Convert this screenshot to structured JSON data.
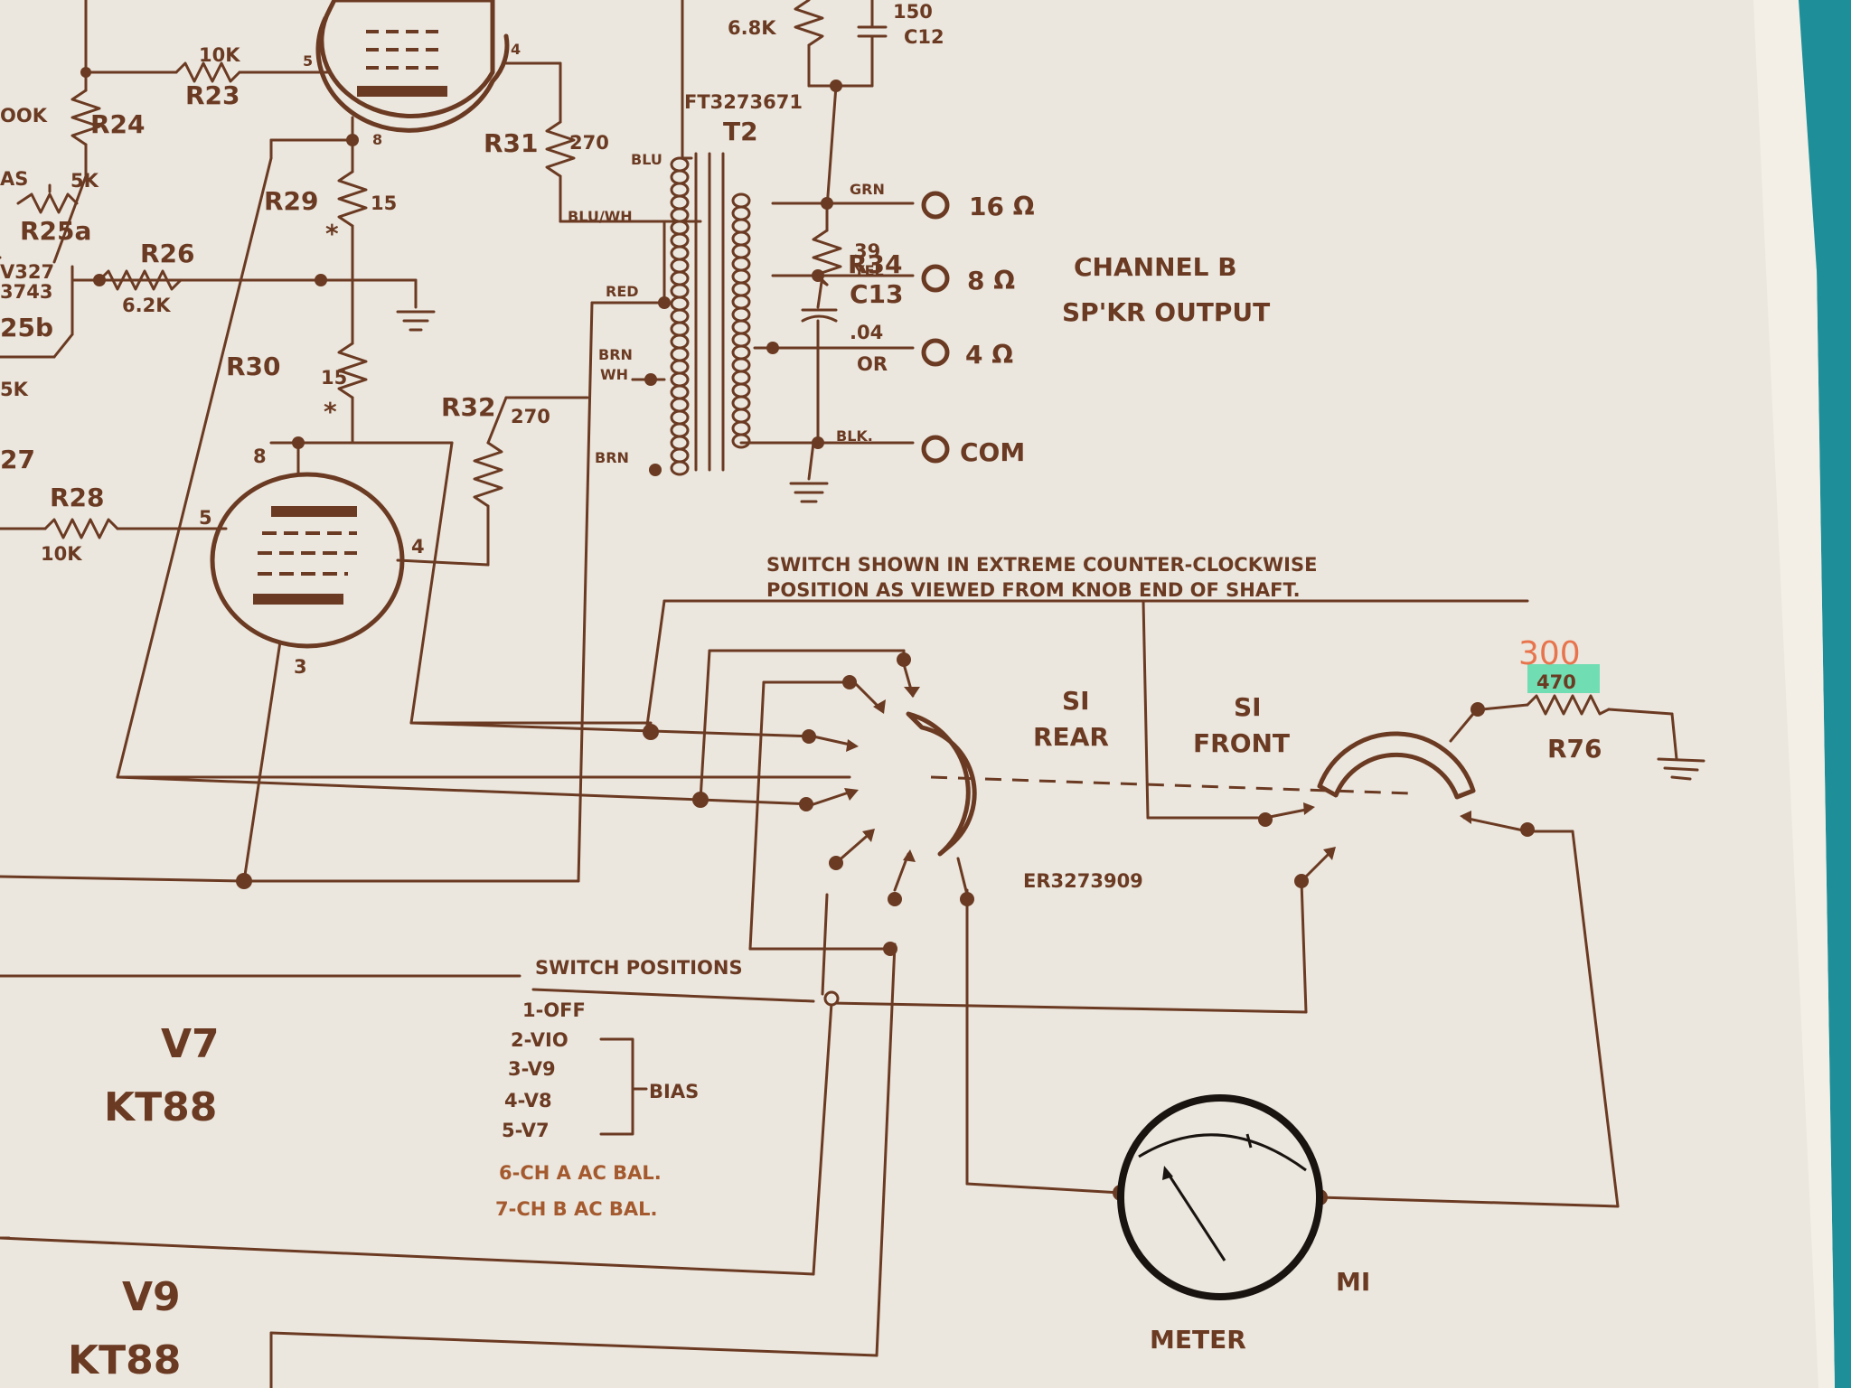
{
  "tubes": {
    "v7_name": "V7",
    "v7_type": "KT88",
    "v9_name": "V9",
    "v9_type": "KT88"
  },
  "resistors": {
    "r23": "R23",
    "r23_val": "10K",
    "r24": "R24",
    "r24_val": "OOK",
    "r25a": "R25a",
    "r25a_val": "5K",
    "bias_frag": "AS",
    "r25b": "25b",
    "r25b_val": "5K",
    "v327": "V327",
    "v327b": "3743",
    "r26": "R26",
    "r26_val": "6.2K",
    "r29": "R29",
    "r29_val": "15",
    "r30": "R30",
    "r30_val": "15",
    "r31": "R31",
    "r31_val": "270",
    "r32": "R32",
    "r32_val": "270",
    "r28": "R28",
    "r28_val": "10K",
    "r27_frag": "27",
    "r33_val": "6.8K",
    "r34": "R34",
    "r34_val": "39",
    "r76": "R76",
    "r76_val": "470",
    "r76_note": "300"
  },
  "capacitors": {
    "c12": "C12",
    "c12_val": "150",
    "c13": "C13",
    "c13_val": ".04"
  },
  "transformer": {
    "part": "FT3273671",
    "name": "T2",
    "wires": {
      "blu": "BLU",
      "blu_wh": "BLU/WH",
      "red": "RED",
      "brn_wh_1": "BRN",
      "brn_wh_2": "WH",
      "brn": "BRN",
      "grn": "GRN",
      "yel": "YEL",
      "or": "OR",
      "blk": "BLK."
    }
  },
  "outputs": {
    "o16": "16 Ω",
    "o8": "8 Ω",
    "o4": "4 Ω",
    "com": "COM"
  },
  "channel_label": {
    "line1": "CHANNEL B",
    "line2": "SP'KR OUTPUT"
  },
  "pins": {
    "p5_top": "5",
    "p4_top": "4",
    "p8_top": "8",
    "p8_v7": "8",
    "p5_v7": "5",
    "p4_v7": "4",
    "p3_v7": "3"
  },
  "switch": {
    "note_line1": "SWITCH SHOWN IN EXTREME COUNTER-CLOCKWISE",
    "note_line2": "POSITION AS VIEWED FROM KNOB END OF SHAFT.",
    "rear_1": "SI",
    "rear_2": "REAR",
    "front_1": "SI",
    "front_2": "FRONT",
    "part": "ER3273909"
  },
  "switch_positions": {
    "title": "SWITCH POSITIONS",
    "items": [
      "1-OFF",
      "2-VIO",
      "3-V9",
      "4-V8",
      "5-V7",
      "6-CH A AC BAL.",
      "7-CH B AC BAL."
    ],
    "bias_label": "BIAS"
  },
  "meter": {
    "label": "METER",
    "ref": "MI"
  }
}
